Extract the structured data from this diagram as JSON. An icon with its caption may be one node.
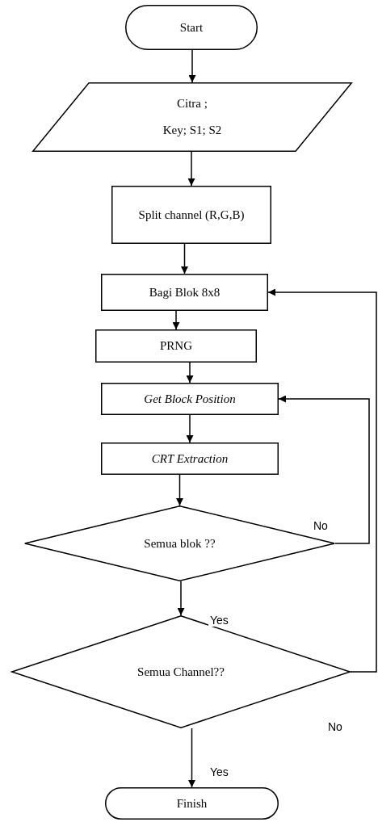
{
  "diagram": {
    "nodes": [
      {
        "text": [
          "Start"
        ]
      },
      {
        "text": [
          "Citra ;",
          "Key; S1; S2"
        ]
      },
      {
        "text": [
          "Split channel (R,G,B)"
        ]
      },
      {
        "text": [
          "Bagi Blok 8x8"
        ]
      },
      {
        "text": [
          "PRNG"
        ]
      },
      {
        "text": [
          "Get Block Position"
        ]
      },
      {
        "text": [
          "CRT Extraction"
        ]
      },
      {
        "text": [
          "Semua blok ??"
        ]
      },
      {
        "text": [
          "Semua Channel??"
        ]
      },
      {
        "text": [
          "Finish"
        ]
      }
    ],
    "edges": [
      {
        "from": 0,
        "to": 1,
        "arrow": "to"
      },
      {
        "from": 1,
        "to": 2,
        "arrow": "to"
      },
      {
        "from": 2,
        "to": 3,
        "arrow": "to"
      },
      {
        "from": 3,
        "to": 4,
        "arrow": "to"
      },
      {
        "from": 4,
        "to": 5,
        "arrow": "to"
      },
      {
        "from": 5,
        "to": 6,
        "arrow": "to"
      },
      {
        "from": 6,
        "to": 7,
        "arrow": "to"
      },
      {
        "from": 7,
        "to": 5,
        "arrow": "to",
        "label": "No"
      },
      {
        "from": 7,
        "to": 8,
        "arrow": "to",
        "label": "Yes"
      },
      {
        "from": 8,
        "to": 9,
        "arrow": "to",
        "label": "Yes"
      },
      {
        "from": 8,
        "to": 3,
        "arrow": "to",
        "label": "No"
      }
    ]
  }
}
